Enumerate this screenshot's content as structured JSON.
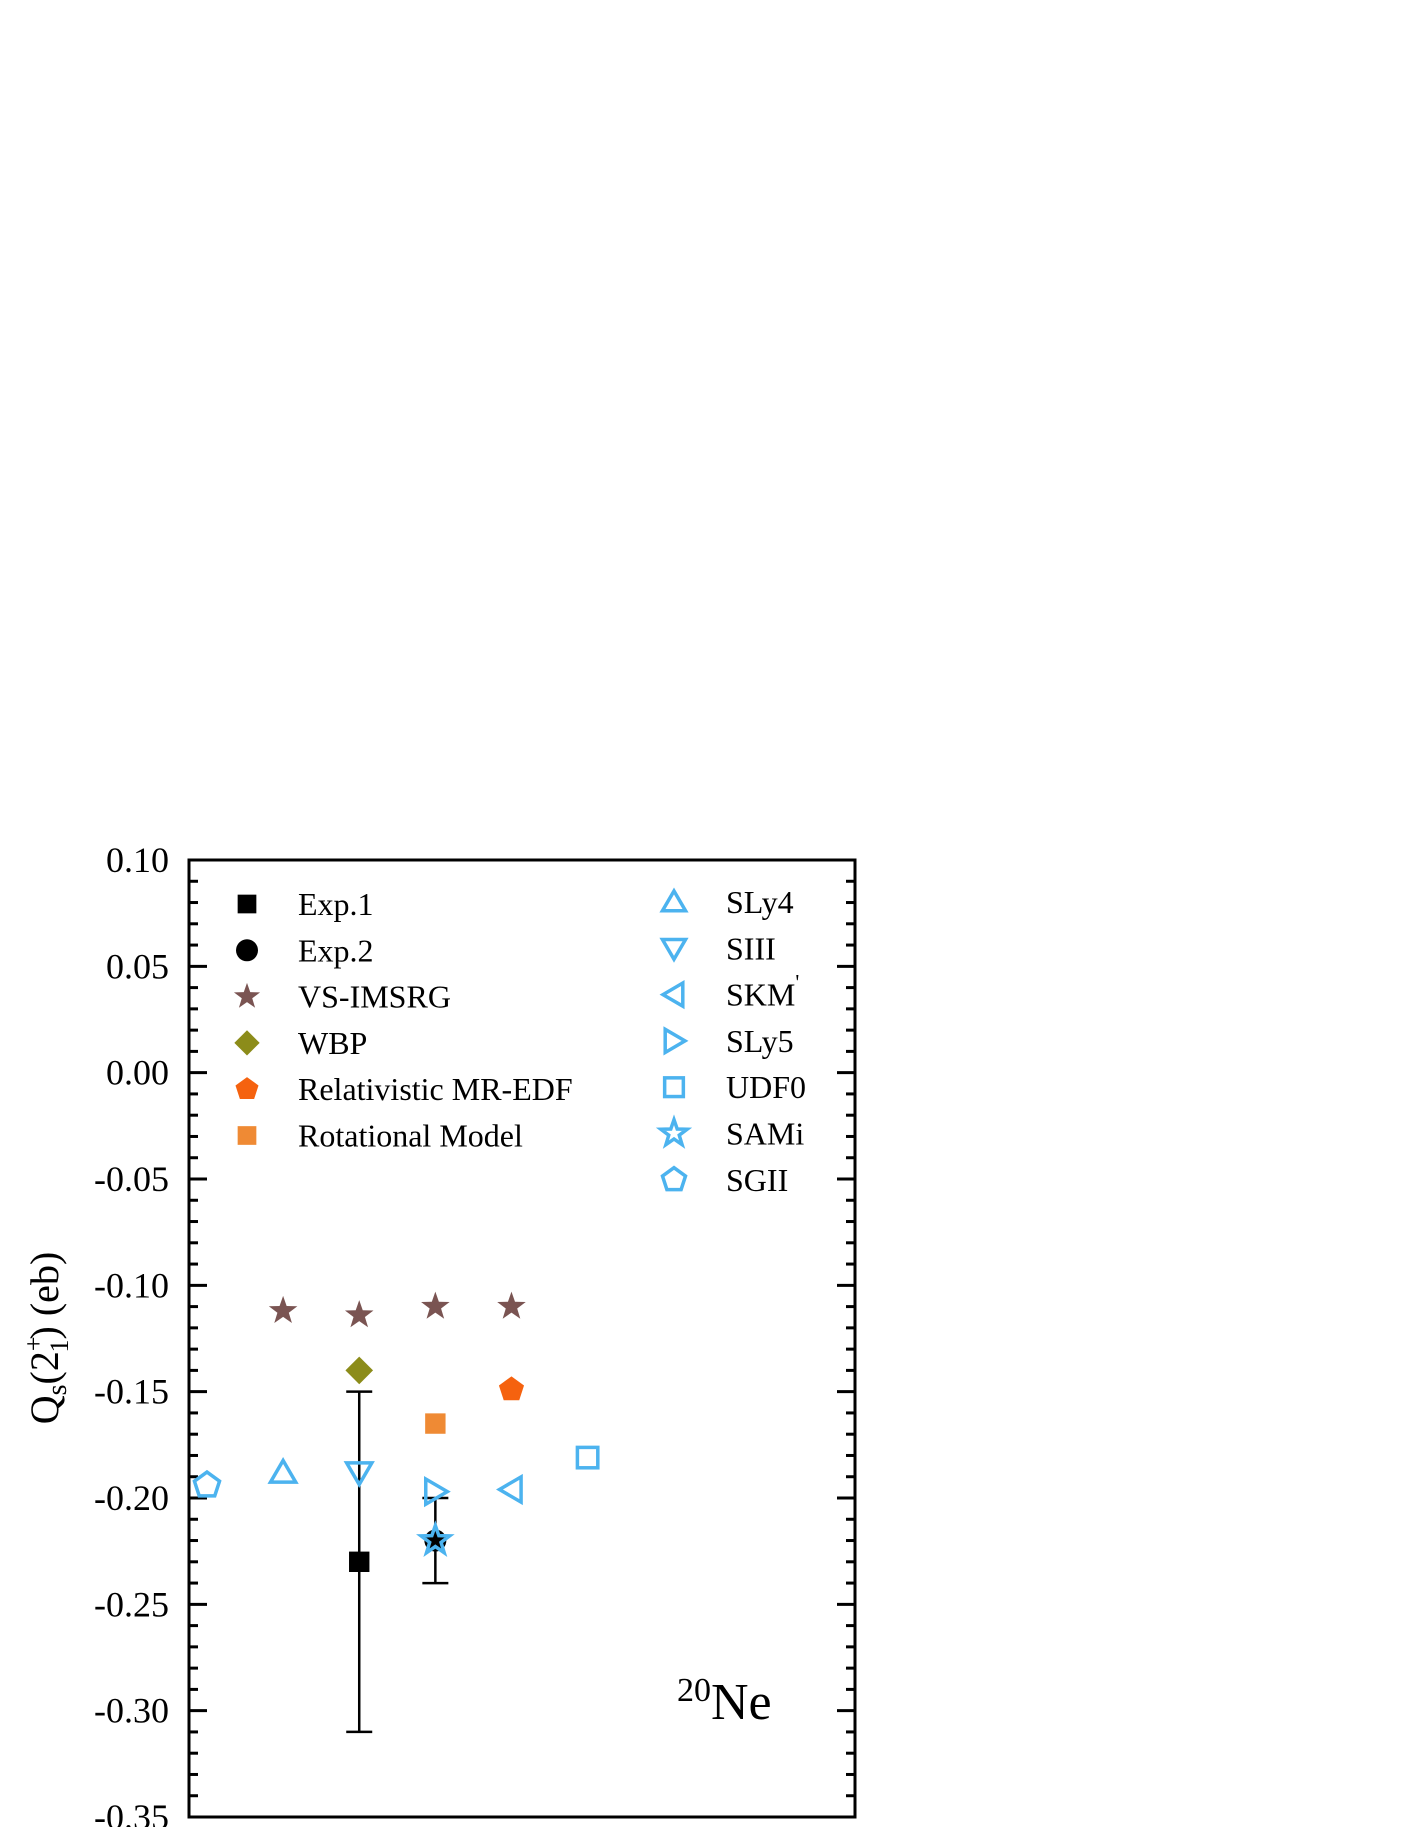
{
  "chart_data": {
    "type": "scatter",
    "ylabel": {
      "base": "Q",
      "sub1": "s",
      "mid": "(2",
      "sup": "+",
      "sub2": "1",
      "tail": ") (eb)"
    },
    "xlabel": "",
    "ylim": [
      -0.35,
      0.1
    ],
    "yticks": [
      "0.10",
      "0.05",
      "0.00",
      "-0.05",
      "-0.10",
      "-0.15",
      "-0.20",
      "-0.25",
      "-0.30",
      "-0.35"
    ],
    "grid": false,
    "annotation": {
      "sup": "20",
      "text": "Ne"
    },
    "legend_placement": "top",
    "colors": {
      "black": "#000000",
      "brown": "#7a5452",
      "olive": "#8c8c1a",
      "orange": "#f5620f",
      "lightorange": "#ef8a34",
      "blue": "#4cb3ef"
    },
    "series": [
      {
        "name": "Exp.1",
        "marker": "square",
        "filled": true,
        "color": "#000000",
        "points": [
          {
            "x": 3,
            "y": -0.23,
            "err_lo": -0.31,
            "err_hi": -0.15
          }
        ]
      },
      {
        "name": "Exp.2",
        "marker": "circle",
        "filled": true,
        "color": "#000000",
        "points": [
          {
            "x": 4,
            "y": -0.22,
            "err_lo": -0.24,
            "err_hi": -0.2
          }
        ]
      },
      {
        "name": "VS-IMSRG",
        "marker": "star",
        "filled": true,
        "color": "#7a5452",
        "points": [
          {
            "x": 2,
            "y": -0.112
          },
          {
            "x": 3,
            "y": -0.114
          },
          {
            "x": 4,
            "y": -0.11
          },
          {
            "x": 5,
            "y": -0.11
          }
        ]
      },
      {
        "name": "WBP",
        "marker": "diamond",
        "filled": true,
        "color": "#8c8c1a",
        "points": [
          {
            "x": 3,
            "y": -0.14
          }
        ]
      },
      {
        "name": "Relativistic MR-EDF",
        "marker": "pentagon",
        "filled": true,
        "color": "#f5620f",
        "points": [
          {
            "x": 5,
            "y": -0.149
          }
        ]
      },
      {
        "name": "Rotational Model",
        "marker": "square",
        "filled": true,
        "color": "#ef8a34",
        "points": [
          {
            "x": 4,
            "y": -0.165
          }
        ]
      },
      {
        "name": "SLy4",
        "marker": "triangle-up",
        "filled": false,
        "color": "#4cb3ef",
        "points": [
          {
            "x": 2,
            "y": -0.188
          }
        ]
      },
      {
        "name": "SIII",
        "marker": "triangle-down",
        "filled": false,
        "color": "#4cb3ef",
        "points": [
          {
            "x": 3,
            "y": -0.188
          }
        ]
      },
      {
        "name": "SKM",
        "name_sup": "'",
        "marker": "triangle-left",
        "filled": false,
        "color": "#4cb3ef",
        "points": [
          {
            "x": 5,
            "y": -0.196
          }
        ]
      },
      {
        "name": "SLy5",
        "marker": "triangle-right",
        "filled": false,
        "color": "#4cb3ef",
        "points": [
          {
            "x": 4,
            "y": -0.197
          }
        ]
      },
      {
        "name": "UDF0",
        "marker": "square",
        "filled": false,
        "color": "#4cb3ef",
        "points": [
          {
            "x": 6,
            "y": -0.181
          }
        ]
      },
      {
        "name": "SAMi",
        "marker": "star",
        "filled": false,
        "color": "#4cb3ef",
        "points": [
          {
            "x": 4,
            "y": -0.22
          }
        ]
      },
      {
        "name": "SGII",
        "marker": "pentagon",
        "filled": false,
        "color": "#4cb3ef",
        "points": [
          {
            "x": 1,
            "y": -0.194
          }
        ]
      }
    ]
  }
}
